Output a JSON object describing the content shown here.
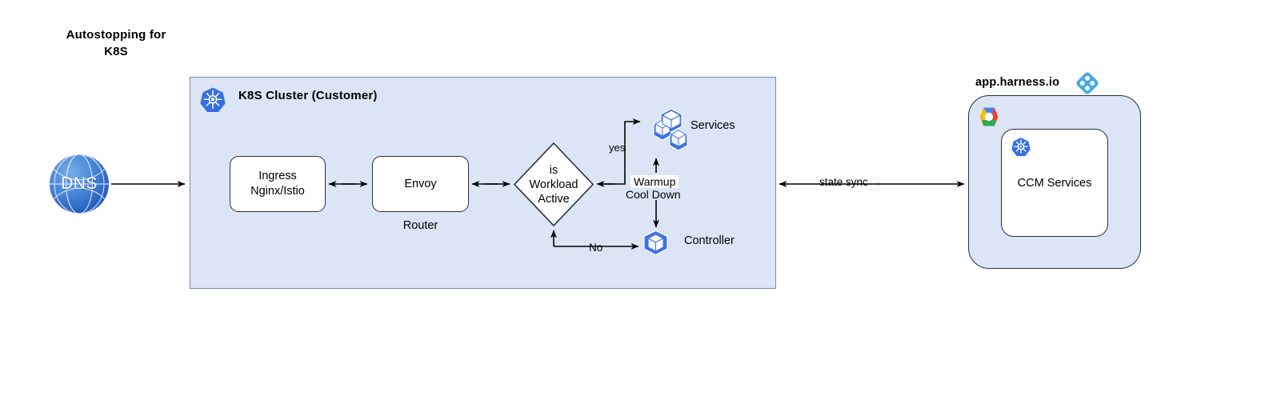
{
  "title": {
    "line1": "Autostopping for",
    "line2": "K8S"
  },
  "dns": {
    "label": "DNS",
    "icon": "globe-icon"
  },
  "cluster": {
    "title": "K8S Cluster (Customer)",
    "icon": "kubernetes-icon",
    "fill": "#dce5f5",
    "border": "#7089b8",
    "nodes": {
      "ingress": {
        "line1": "Ingress",
        "line2": "Nginx/Istio"
      },
      "envoy": {
        "label": "Envoy",
        "caption": "Router"
      },
      "decision": {
        "line1": "is",
        "line2": "Workload",
        "line3": "Active"
      },
      "services": {
        "label": "Services",
        "icon": "service-cubes-icon"
      },
      "controller": {
        "label": "Controller",
        "icon": "cube-hexagon-icon"
      }
    },
    "edges": {
      "yes": "yes",
      "no": "No",
      "warmup": "Warmup",
      "cooldown": "Cool Down"
    }
  },
  "state_sync": {
    "label": "state sync"
  },
  "harness": {
    "label": "app.harness.io",
    "logo": "harness-logo",
    "cloud_logo": "google-cloud-icon",
    "inner": {
      "label": "CCM Services",
      "icon": "kubernetes-icon"
    },
    "fill": "#dce5f5",
    "border": "#26323d"
  },
  "colors": {
    "k8s_blue": "#3470e4",
    "harness_blue": "#43a9e8",
    "node_blue": "#3d72e0",
    "line": "#000000"
  }
}
